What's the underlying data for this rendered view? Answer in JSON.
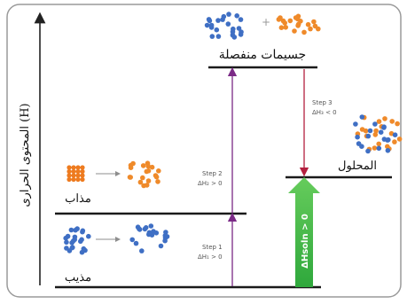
{
  "axis": {
    "label": "المحتوى الحرارى (H)"
  },
  "labels": {
    "separated": "جسيمات منفصلة",
    "solute": "مذاب",
    "solvent": "مذيب",
    "solution": "المحلول",
    "plus": "+"
  },
  "steps": {
    "step1": {
      "title": "Step 1",
      "eq": "ΔH₁ > 0"
    },
    "step2": {
      "title": "Step 2",
      "eq": "ΔH₂ > 0"
    },
    "step3": {
      "title": "Step 3",
      "eq": "ΔH₃ < 0"
    }
  },
  "delta_h_soln": "ΔHsoln > 0",
  "colors": {
    "solvent_particle": "#3f6fc4",
    "solute_particle": "#ef8a2a",
    "solute_block": "#ee7b1f",
    "arrow_purple": "#7b2a86",
    "arrow_crimson": "#b3203f",
    "delta_h_arrow": "#3fb54a"
  }
}
